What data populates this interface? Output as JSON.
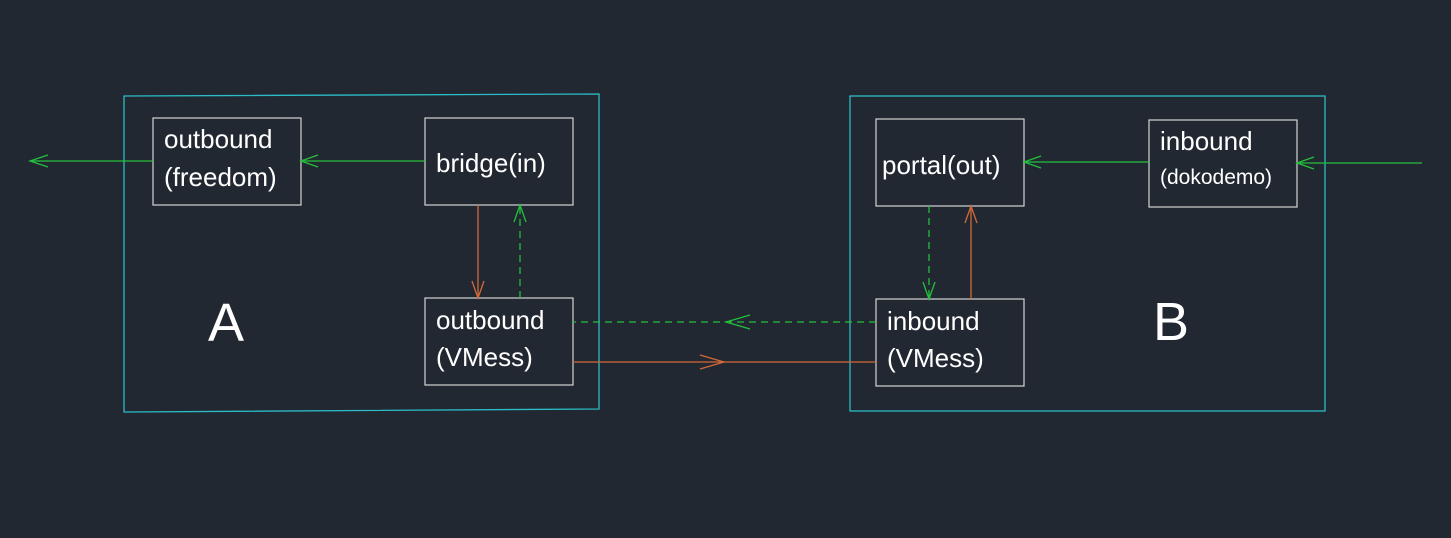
{
  "diagram": {
    "regions": {
      "a": {
        "label": "A"
      },
      "b": {
        "label": "B"
      }
    },
    "nodes": {
      "outbound_freedom": {
        "line1": "outbound",
        "line2": "(freedom)"
      },
      "bridge_in": {
        "label": "bridge(in)"
      },
      "outbound_vmess": {
        "line1": "outbound",
        "line2": "(VMess)"
      },
      "portal_out": {
        "label": "portal(out)"
      },
      "inbound_dokodemo": {
        "line1": "inbound",
        "line2": "(dokodemo)"
      },
      "inbound_vmess": {
        "line1": "inbound",
        "line2": "(VMess)"
      }
    },
    "colors": {
      "background": "#222831",
      "region_frame": "#2bbcc7",
      "node_border": "#d4d4d4",
      "green_flow": "#22c03a",
      "orange_flow": "#d2683a",
      "text": "#ffffff"
    }
  }
}
